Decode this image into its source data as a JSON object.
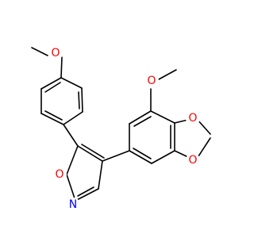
{
  "molecule": {
    "atom_labels": [
      {
        "id": "O-methoxy-top",
        "text": "O",
        "color": "#ff0000"
      },
      {
        "id": "O-methoxy-right",
        "text": "O",
        "color": "#ff0000"
      },
      {
        "id": "O-dioxole-upper",
        "text": "O",
        "color": "#ff0000"
      },
      {
        "id": "O-dioxole-lower",
        "text": "O",
        "color": "#ff0000"
      },
      {
        "id": "O-isoxazole",
        "text": "O",
        "color": "#ff0000"
      },
      {
        "id": "N-isoxazole",
        "text": "N",
        "color": "#0000ff"
      }
    ]
  }
}
